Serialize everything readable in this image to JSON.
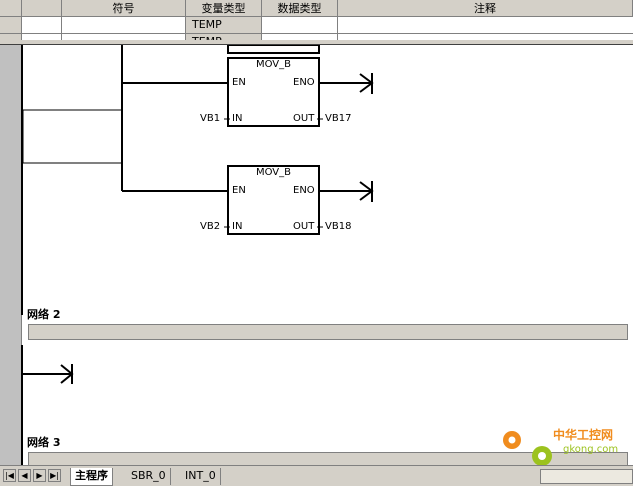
{
  "var_table": {
    "headers": [
      "符号",
      "变量类型",
      "数据类型",
      "注释"
    ],
    "rows": [
      {
        "var_type": "TEMP"
      },
      {
        "var_type": "TEMP"
      }
    ]
  },
  "ladder": {
    "blocks": [
      {
        "name": "MOV_B",
        "en": "EN",
        "eno": "ENO",
        "in": "IN",
        "out": "OUT",
        "in_operand": "VB1",
        "out_operand": "VB17"
      },
      {
        "name": "MOV_B",
        "en": "EN",
        "eno": "ENO",
        "in": "IN",
        "out": "OUT",
        "in_operand": "VB2",
        "out_operand": "VB18"
      }
    ]
  },
  "networks": [
    {
      "label": "网络 2"
    },
    {
      "label": "网络 3"
    }
  ],
  "tabs": [
    "主程序",
    "SBR_0",
    "INT_0"
  ],
  "nav_buttons": [
    "first-icon",
    "prev-icon",
    "next-icon",
    "last-icon"
  ],
  "watermark": {
    "text": "中华工控网",
    "domain": "gkong.com"
  },
  "colors": {
    "window_bg": "#d4d0c8",
    "editor_bg": "#ffffff",
    "watermark_orange": "#f08c1e",
    "watermark_green": "#9cc21e"
  }
}
